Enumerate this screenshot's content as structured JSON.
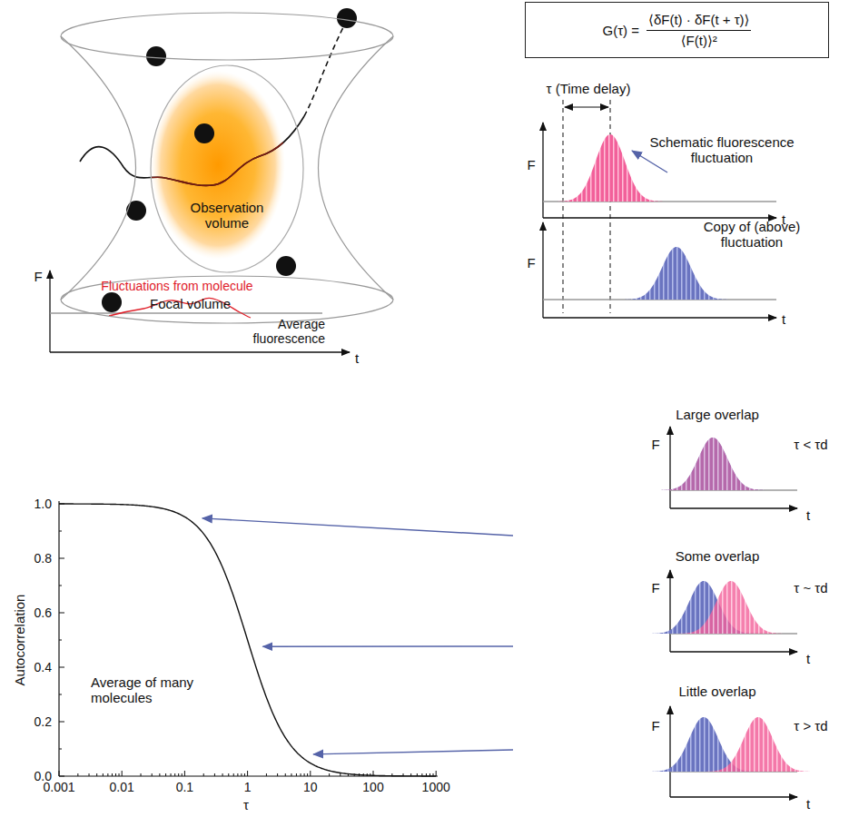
{
  "diagram": {
    "nodes": [
      {
        "text": [
          "Focal volume"
        ]
      },
      {
        "text": [
          "Observation volume"
        ],
        "in": 0
      },
      {
        "text": [
          "G(τ) =",
          "⟨δF(t) · δF(t + τ)⟩",
          "⟨F(t)⟩²"
        ]
      }
    ],
    "labels": [
      "τ (Time delay)",
      "F",
      "t",
      "Schematic fluorescence fluctuation",
      "F",
      "t",
      "Copy of (above) fluctuation",
      "F",
      "Fluctuations from molecule",
      "Average fluorescence",
      "t",
      "Large overlap",
      "τ < τd",
      "F",
      "t",
      "Some overlap",
      "τ ~ τd",
      "F",
      "t",
      "Little overlap",
      "τ > τd",
      "F",
      "t",
      "Autocorrelation",
      "1.0",
      "0.8",
      "0.6",
      "0.4",
      "0.2",
      "0.0",
      "0.001",
      "0.01",
      "0.1",
      "1",
      "10",
      "100",
      "1000",
      "τ",
      "Average of many molecules"
    ]
  }
}
